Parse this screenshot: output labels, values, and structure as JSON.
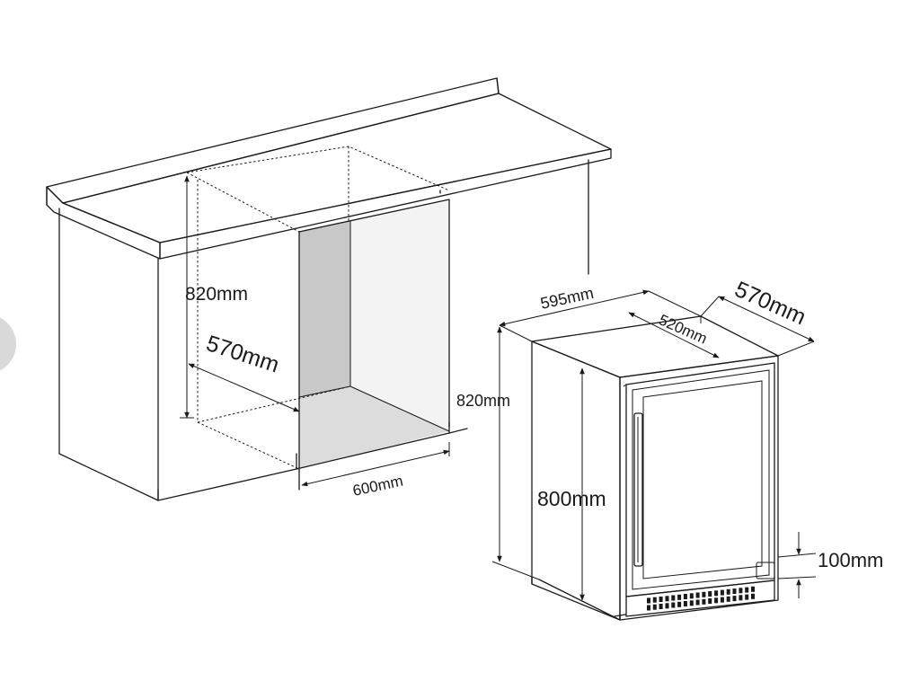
{
  "cabinet": {
    "height_label": "820mm",
    "depth_label": "570mm",
    "width_label": "600mm",
    "opening_height_label": "820mm"
  },
  "appliance": {
    "width_label": "595mm",
    "depth_label": "570mm",
    "inner_depth_label": "520mm",
    "height_label": "800mm",
    "plinth_label": "100mm"
  },
  "colors": {
    "line": "#1a1a1a",
    "cavity_shade_back": "#c8c8c8",
    "cavity_shade_floor": "#dcdcdc",
    "side_tab": "#d9d9d9"
  }
}
